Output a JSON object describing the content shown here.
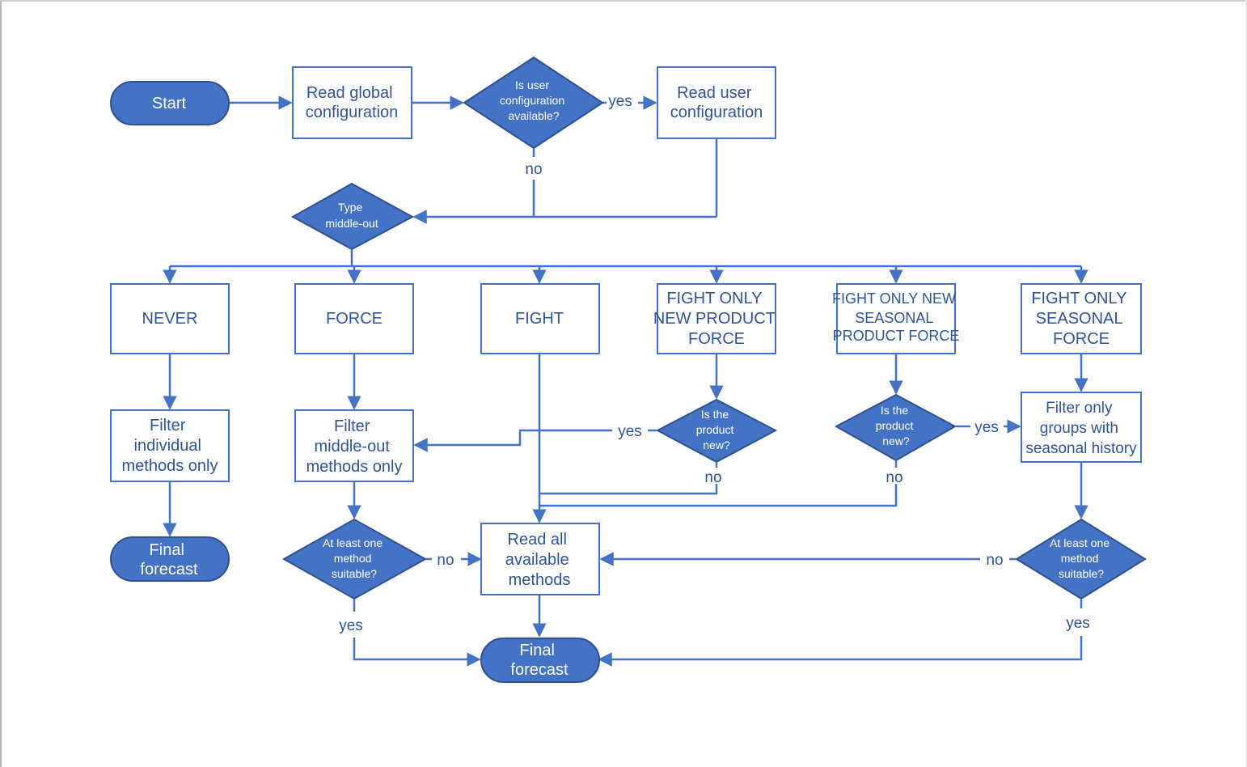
{
  "diagram": {
    "colors": {
      "accent": "#4472c4",
      "shape_fill": "#4472c4",
      "shape_stroke": "#2f528f",
      "text_on_fill": "#ffffff",
      "line": "#4472c4",
      "text": "#2f5597"
    },
    "nodes": {
      "start": [
        "Start"
      ],
      "read_global": [
        "Read global",
        "configuration"
      ],
      "user_config_available": [
        "Is user",
        "configuration",
        "available?"
      ],
      "read_user": [
        "Read user",
        "configuration"
      ],
      "type_middle_out": [
        "Type",
        "middle-out"
      ],
      "never": [
        "NEVER"
      ],
      "force": [
        "FORCE"
      ],
      "fight": [
        "FIGHT"
      ],
      "fight_new_product": [
        "FIGHT ONLY",
        "NEW PRODUCT",
        "FORCE"
      ],
      "fight_new_seasonal": [
        "FIGHT ONLY NEW",
        "SEASONAL",
        "PRODUCT FORCE"
      ],
      "fight_seasonal": [
        "FIGHT ONLY",
        "SEASONAL",
        "FORCE"
      ],
      "filter_individual": [
        "Filter",
        "individual",
        "methods only"
      ],
      "filter_middle_out": [
        "Filter",
        "middle-out",
        "methods only"
      ],
      "product_new_1": [
        "Is the",
        "product",
        "new?"
      ],
      "product_new_2": [
        "Is the",
        "product",
        "new?"
      ],
      "filter_seasonal": [
        "Filter only",
        "groups with",
        "seasonal history"
      ],
      "final_forecast_left": [
        "Final",
        "forecast"
      ],
      "at_least_one_left": [
        "At least one",
        "method",
        "suitable?"
      ],
      "read_all": [
        "Read all",
        "available",
        "methods"
      ],
      "at_least_one_right": [
        "At least one",
        "method",
        "suitable?"
      ],
      "final_forecast_center": [
        "Final",
        "forecast"
      ]
    },
    "edge_labels": {
      "yes_user_config": "yes",
      "no_user_config": "no",
      "yes_new_product": "yes",
      "no_new_product": "no",
      "yes_new_seasonal": "yes",
      "no_new_seasonal": "no",
      "no_suitable_left": "no",
      "yes_suitable_left": "yes",
      "no_suitable_right": "no",
      "yes_suitable_right": "yes"
    }
  }
}
